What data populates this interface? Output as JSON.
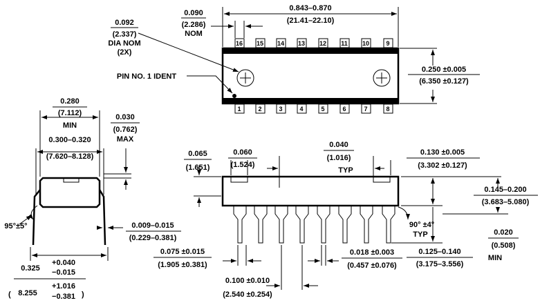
{
  "top_view": {
    "width_in": "0.843–0.870",
    "width_mm": "(21.41–22.10)",
    "pitch_in": "0.090",
    "pitch_mm": "(2.286)",
    "pitch_note": "NOM",
    "hole_in": "0.092",
    "hole_mm": "(2.337)",
    "hole_note": "DIA NOM",
    "hole_count": "(2X)",
    "pin1_label": "PIN NO. 1 IDENT",
    "height_in": "0.250 ±0.005",
    "height_mm": "(6.350 ±0.127)",
    "top_pins": [
      "16",
      "15",
      "14",
      "13",
      "12",
      "11",
      "10",
      "9"
    ],
    "bottom_pins": [
      "1",
      "2",
      "3",
      "4",
      "5",
      "6",
      "7",
      "8"
    ]
  },
  "end_view": {
    "body_in": "0.280",
    "body_mm": "(7.112)",
    "body_note": "MIN",
    "row_in": "0.300–0.320",
    "row_mm": "(7.620–8.128)",
    "stand_in": "0.030",
    "stand_mm": "(0.762)",
    "stand_note": "MAX",
    "angle": "95°±5°",
    "lead_in": "0.009–0.015",
    "lead_mm": "(0.229–0.381)",
    "span_in": "0.325",
    "span_in_plus": "+0.040",
    "span_in_minus": "−0.015",
    "span_mm": "8.255",
    "span_mm_plus": "+1.016",
    "span_mm_minus": "−0.381"
  },
  "side_view": {
    "shoulder_in": "0.065",
    "shoulder_mm": "(1.651)",
    "tip_in": "0.060",
    "tip_mm": "(1.524)",
    "gap_in": "0.040",
    "gap_mm": "(1.016)",
    "gap_note": "TYP",
    "seat_in": "0.130 ±0.005",
    "seat_mm": "(3.302 ±0.127)",
    "height_in": "0.145–0.200",
    "height_mm": "(3.683–5.080)",
    "angle": "90° ±4°",
    "angle_note": "TYP",
    "clear_in": "0.020",
    "clear_mm": "(0.508)",
    "clear_note": "MIN",
    "shoulder_w_in": "0.075 ±0.015",
    "shoulder_w_mm": "(1.905 ±0.381)",
    "lead_w_in": "0.018 ±0.003",
    "lead_w_mm": "(0.457 ±0.076)",
    "lead_len_in": "0.125–0.140",
    "lead_len_mm": "(3.175–3.556)",
    "pitch_in": "0.100 ±0.010",
    "pitch_mm": "(2.540 ±0.254)"
  }
}
